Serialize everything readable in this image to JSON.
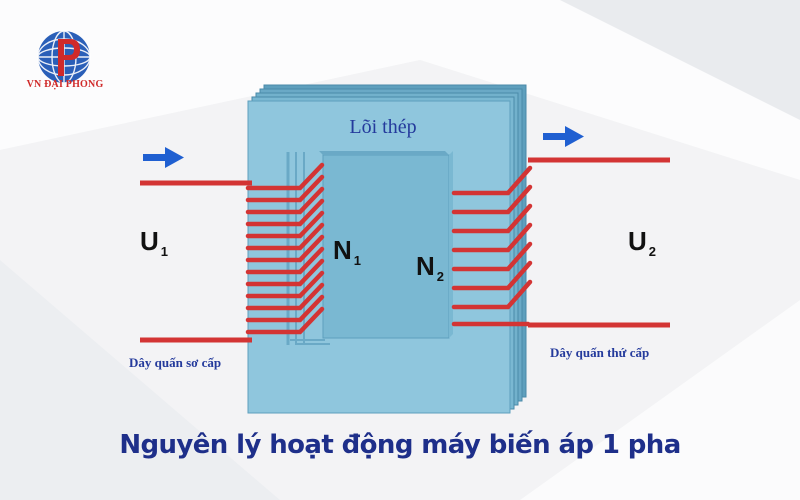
{
  "brand": {
    "name": "VN ĐẠI PHONG"
  },
  "diagram": {
    "core_label": "Lõi thép",
    "input": {
      "symbol": "U",
      "subscript": "1",
      "winding_label": "Dây quấn sơ cấp"
    },
    "output": {
      "symbol": "U",
      "subscript": "2",
      "winding_label": "Dây quấn thứ cấp"
    },
    "primary_turns": {
      "symbol": "N",
      "subscript": "1"
    },
    "secondary_turns": {
      "symbol": "N",
      "subscript": "2"
    }
  },
  "caption": "Nguyên lý hoạt động máy biến áp 1 pha",
  "colors": {
    "core_face": "#8fc6dd",
    "core_edge": "#6aa9c6",
    "winding": "#d33434",
    "arrow": "#1f5fd1",
    "caption": "#1e2f8a",
    "logo_red": "#d02a2a",
    "logo_blue": "#2a5fb8"
  }
}
